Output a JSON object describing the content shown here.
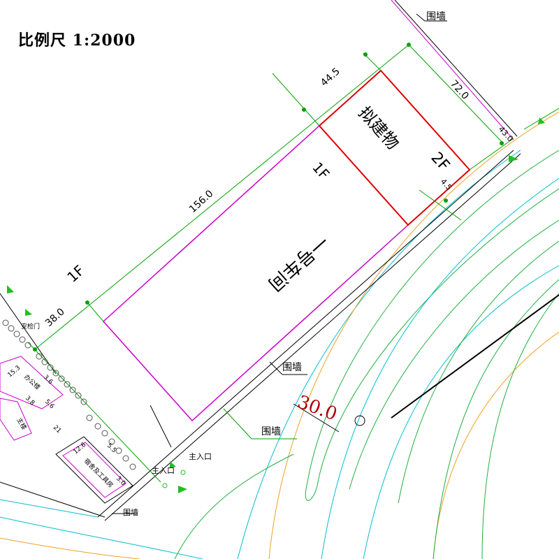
{
  "scale_label": "比例尺 1:2000",
  "workshop_label": "一号车间",
  "planned_label": "拟建物",
  "floors": {
    "workshop": "1F",
    "planned": "2F",
    "outside": "1F"
  },
  "dimensions": {
    "overall_length": "156.0",
    "planned_depth": "44.5",
    "to_wall": "72.0",
    "gap_top": "43.0",
    "gap_side": "4.5",
    "offset": "38.0",
    "road_width": "30.0"
  },
  "labels": {
    "boundary_wall": "围墙",
    "main_entrance": "主入口",
    "security_gate": "安检门",
    "office": "办公楼",
    "dormitory": "宿舍及工具房",
    "main_building": "主楼"
  },
  "small_numbers": {
    "a": "15.3",
    "b": "3.8",
    "c": "21",
    "d": "12.6",
    "e": "3.6",
    "f": "5.6",
    "g": "3.0",
    "h": "5.5"
  },
  "colors": {
    "workshop_outline": "#cc00cc",
    "planned_outline": "#e00000",
    "dimension_lines": "#00a000",
    "road_edge_cyan": "#00c0d0",
    "road_green": "#20b040",
    "road_orange": "#f0a020",
    "road_width_text": "#b00000"
  }
}
